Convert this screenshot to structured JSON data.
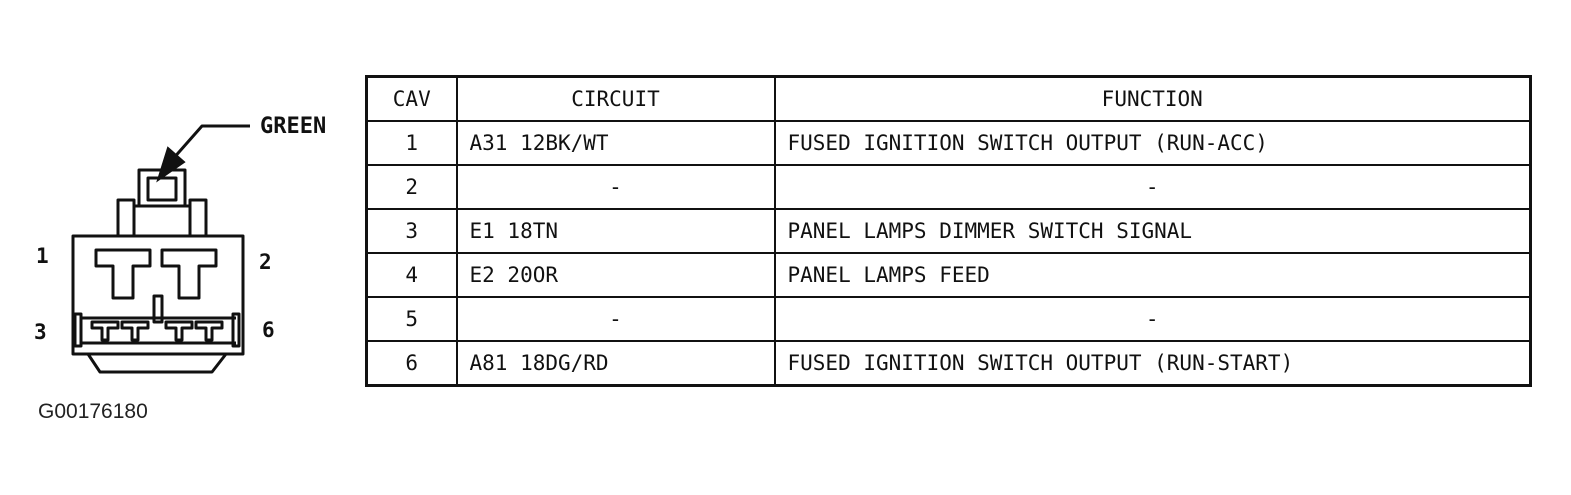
{
  "diagram": {
    "connector_color": "GREEN",
    "pin_labels": {
      "p1": "1",
      "p2": "2",
      "p3": "3",
      "p6": "6"
    },
    "figure_id": "G00176180"
  },
  "table": {
    "headers": {
      "cav": "CAV",
      "circuit": "CIRCUIT",
      "function": "FUNCTION"
    },
    "rows": [
      {
        "cav": "1",
        "circuit": "A31 12BK/WT",
        "function": "FUSED IGNITION SWITCH OUTPUT (RUN-ACC)"
      },
      {
        "cav": "2",
        "circuit": "-",
        "function": "-"
      },
      {
        "cav": "3",
        "circuit": "E1 18TN",
        "function": "PANEL LAMPS DIMMER SWITCH SIGNAL"
      },
      {
        "cav": "4",
        "circuit": "E2 20OR",
        "function": "PANEL LAMPS FEED"
      },
      {
        "cav": "5",
        "circuit": "-",
        "function": "-"
      },
      {
        "cav": "6",
        "circuit": "A81 18DG/RD",
        "function": "FUSED IGNITION SWITCH OUTPUT (RUN-START)"
      }
    ]
  }
}
